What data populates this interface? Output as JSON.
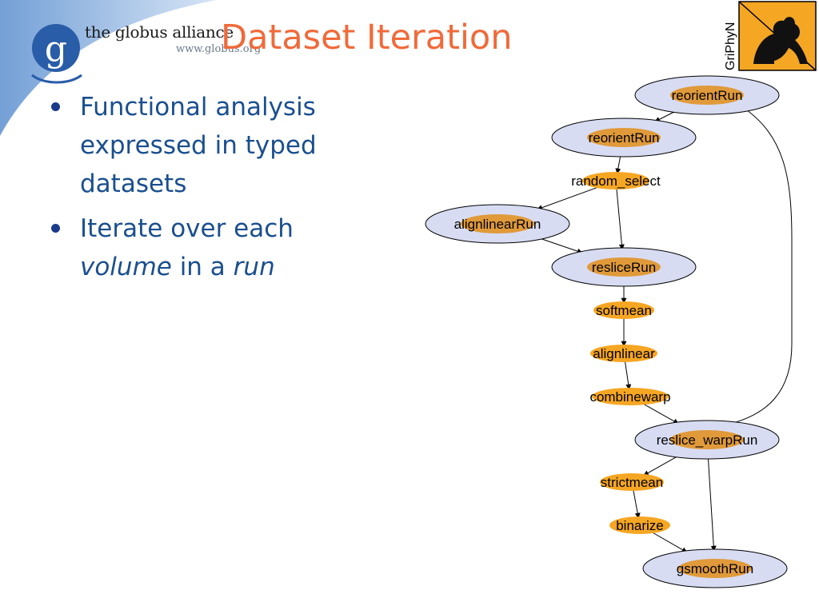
{
  "header": {
    "logo_name": "the globus alliance",
    "logo_url": "www.globus.org",
    "title": "Dataset Iteration",
    "corner_logo_text": "GriPhyN"
  },
  "bullets": [
    {
      "segments": [
        {
          "text": "Functional analysis expressed in typed datasets",
          "italic": false
        }
      ]
    },
    {
      "segments": [
        {
          "text": "Iterate over each ",
          "italic": false
        },
        {
          "text": "volume",
          "italic": true
        },
        {
          "text": " in a ",
          "italic": false
        },
        {
          "text": "run",
          "italic": true
        }
      ]
    }
  ],
  "diagram": {
    "dataset_colors": {
      "outer": "#d8dcf2",
      "inner": "#e09a3a"
    },
    "process_color": "#f5a623",
    "nodes": [
      {
        "id": "reorientRun_1",
        "label": "reorientRun",
        "kind": "dataset"
      },
      {
        "id": "reorientRun_2",
        "label": "reorientRun",
        "kind": "dataset"
      },
      {
        "id": "random_select",
        "label": "random_select",
        "kind": "process"
      },
      {
        "id": "alignlinearRun",
        "label": "alignlinearRun",
        "kind": "dataset"
      },
      {
        "id": "resliceRun",
        "label": "resliceRun",
        "kind": "dataset"
      },
      {
        "id": "softmean",
        "label": "softmean",
        "kind": "process"
      },
      {
        "id": "alignlinear",
        "label": "alignlinear",
        "kind": "process"
      },
      {
        "id": "combinewarp",
        "label": "combinewarp",
        "kind": "process"
      },
      {
        "id": "reslice_warpRun",
        "label": "reslice_warpRun",
        "kind": "dataset"
      },
      {
        "id": "strictmean",
        "label": "strictmean",
        "kind": "process"
      },
      {
        "id": "binarize",
        "label": "binarize",
        "kind": "process"
      },
      {
        "id": "gsmoothRun",
        "label": "gsmoothRun",
        "kind": "dataset"
      }
    ],
    "edges": [
      {
        "from": "reorientRun_1",
        "to": "reorientRun_2"
      },
      {
        "from": "reorientRun_1",
        "to": "reslice_warpRun"
      },
      {
        "from": "reorientRun_2",
        "to": "random_select"
      },
      {
        "from": "random_select",
        "to": "alignlinearRun"
      },
      {
        "from": "random_select",
        "to": "resliceRun"
      },
      {
        "from": "alignlinearRun",
        "to": "resliceRun"
      },
      {
        "from": "resliceRun",
        "to": "softmean"
      },
      {
        "from": "softmean",
        "to": "alignlinear"
      },
      {
        "from": "alignlinear",
        "to": "combinewarp"
      },
      {
        "from": "combinewarp",
        "to": "reslice_warpRun"
      },
      {
        "from": "reslice_warpRun",
        "to": "strictmean"
      },
      {
        "from": "reslice_warpRun",
        "to": "gsmoothRun"
      },
      {
        "from": "strictmean",
        "to": "binarize"
      },
      {
        "from": "binarize",
        "to": "gsmoothRun"
      }
    ]
  }
}
